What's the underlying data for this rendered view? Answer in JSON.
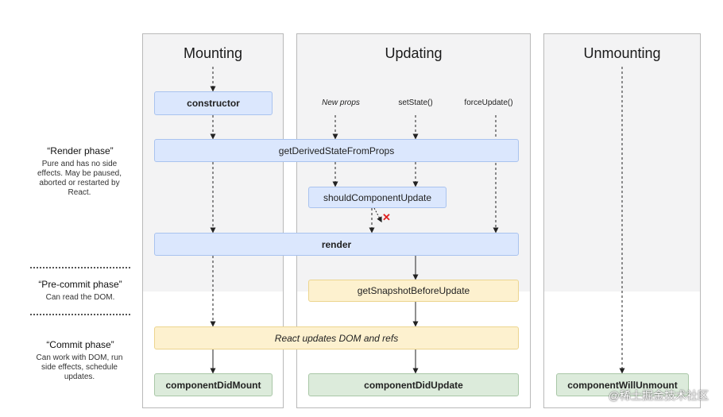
{
  "columns": {
    "mounting": "Mounting",
    "updating": "Updating",
    "unmounting": "Unmounting"
  },
  "triggers": {
    "new_props": "New props",
    "set_state": "setState()",
    "force_update": "forceUpdate()"
  },
  "nodes": {
    "constructor": "constructor",
    "get_derived": "getDerivedStateFromProps",
    "should_update": "shouldComponentUpdate",
    "render": "render",
    "get_snapshot": "getSnapshotBeforeUpdate",
    "react_updates": "React updates DOM and refs",
    "did_mount": "componentDidMount",
    "did_update": "componentDidUpdate",
    "will_unmount": "componentWillUnmount"
  },
  "phases": {
    "render_title": "“Render phase”",
    "render_desc": "Pure and has no side effects. May be paused, aborted or restarted by React.",
    "precommit_title": "“Pre-commit phase”",
    "precommit_desc": "Can read the DOM.",
    "commit_title": "“Commit phase”",
    "commit_desc": "Can work with DOM, run side effects, schedule updates."
  },
  "cancel_mark": "✕",
  "watermark": "@稀土掘金技术社区"
}
